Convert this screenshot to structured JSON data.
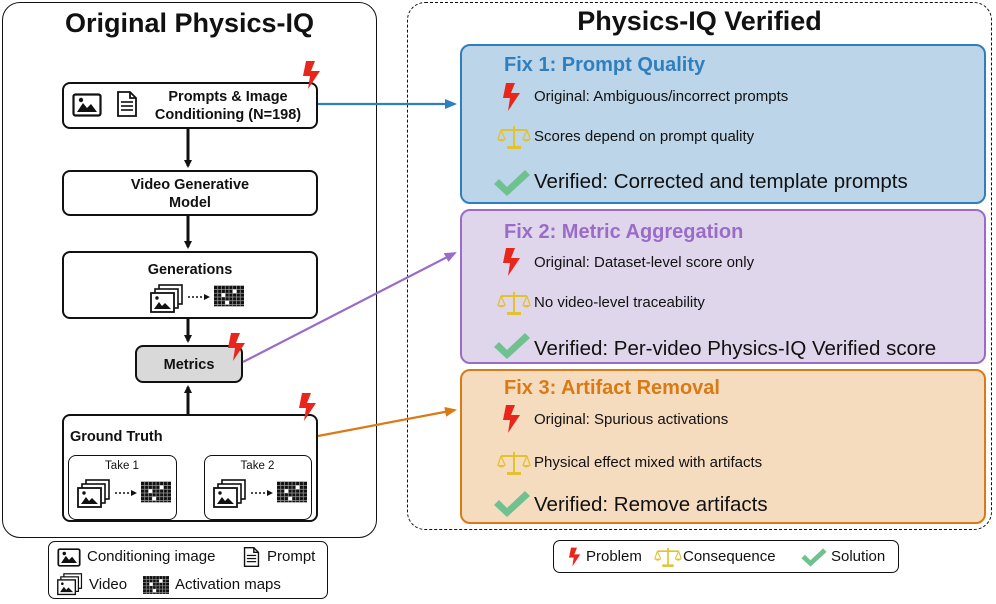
{
  "left_panel": {
    "title": "Original Physics-IQ",
    "prompts_box": "Prompts & Image\nConditioning (N=198)",
    "model_box": "Video Generative\nModel",
    "generations_box": "Generations",
    "metrics_box": "Metrics",
    "ground_truth_box": "Ground Truth",
    "take1": "Take 1",
    "take2": "Take 2"
  },
  "right_panel": {
    "title": "Physics-IQ Verified",
    "fixes": [
      {
        "title": "Fix 1: Prompt Quality",
        "problem": "Original: Ambiguous/incorrect prompts",
        "consequence": "Scores depend on prompt quality",
        "solution": "Verified: Corrected and template prompts"
      },
      {
        "title": "Fix 2: Metric Aggregation",
        "problem": "Original: Dataset-level score only",
        "consequence": "No video-level traceability",
        "solution": "Verified: Per-video Physics-IQ Verified score"
      },
      {
        "title": "Fix 3: Artifact Removal",
        "problem": "Original: Spurious activations",
        "consequence": "Physical effect mixed with artifacts",
        "solution": "Verified: Remove artifacts"
      }
    ]
  },
  "legend_left": {
    "conditioning_image": "Conditioning image",
    "prompt": "Prompt",
    "video": "Video",
    "activation_maps": "Activation maps"
  },
  "legend_right": {
    "problem": "Problem",
    "consequence": "Consequence",
    "solution": "Solution"
  },
  "colors": {
    "fix1_fill": "#bcd5e8",
    "fix1_border": "#2f7fbf",
    "fix1_title": "#2f7fbf",
    "fix2_fill": "#e0d6ec",
    "fix2_border": "#9a6cc7",
    "fix2_title": "#9a6cc7",
    "fix3_fill": "#f6dcbf",
    "fix3_border": "#d97a16",
    "fix3_title": "#d97a16",
    "problem_icon": "#e8261c",
    "consequence_icon": "#e2c22e",
    "solution_icon": "#6fc28f",
    "metrics_fill": "#d9d9d9"
  },
  "icons": [
    "image-icon",
    "document-icon",
    "lightning-icon",
    "scale-icon",
    "checkmark-icon",
    "video-stack-icon",
    "activation-map-icon"
  ]
}
